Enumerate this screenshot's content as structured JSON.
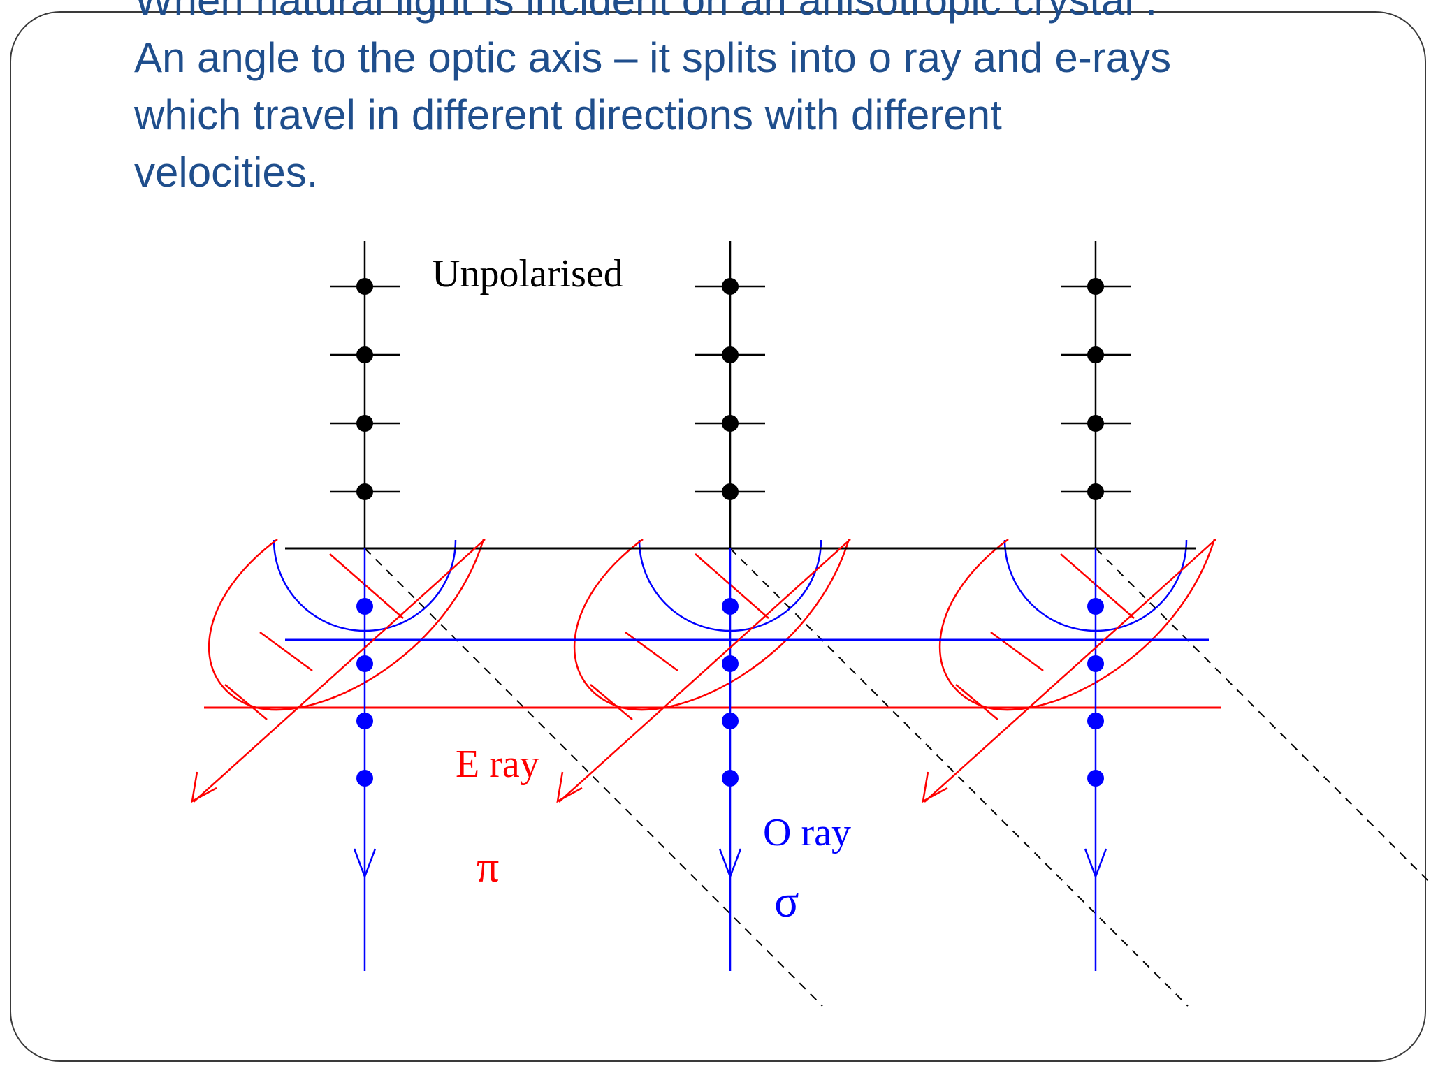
{
  "slide": {
    "text_lines": [
      "When natural light is incident on an anisotropic crystal :",
      "An angle to the optic axis – it splits into o ray and e-rays",
      "which travel in different directions with different",
      "velocities."
    ]
  },
  "diagram": {
    "label_unpolarised": "Unpolarised",
    "label_e_ray": "E ray",
    "label_o_ray": "O ray",
    "label_pi": "π",
    "label_sigma": "σ",
    "colors": {
      "e_ray": "#ff0000",
      "o_ray": "#0000ff",
      "incident": "#000000",
      "text": "#1f4e8c"
    }
  }
}
